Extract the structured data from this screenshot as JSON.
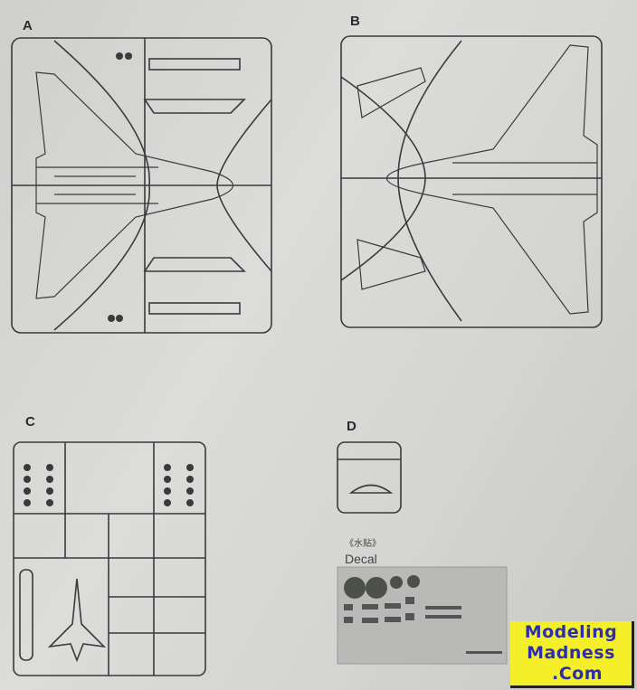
{
  "sprues": [
    {
      "id": "A",
      "label": "A"
    },
    {
      "id": "B",
      "label": "B"
    },
    {
      "id": "C",
      "label": "C"
    },
    {
      "id": "D",
      "label": "D"
    }
  ],
  "decal": {
    "label_cn": "《水贴》",
    "label_en": "Decal"
  },
  "watermark": {
    "line1": "Modeling",
    "line2": "Madness",
    "line3": ".Com",
    "bg_color": "#f5ef2a",
    "text_color": "#2d2fa8"
  }
}
